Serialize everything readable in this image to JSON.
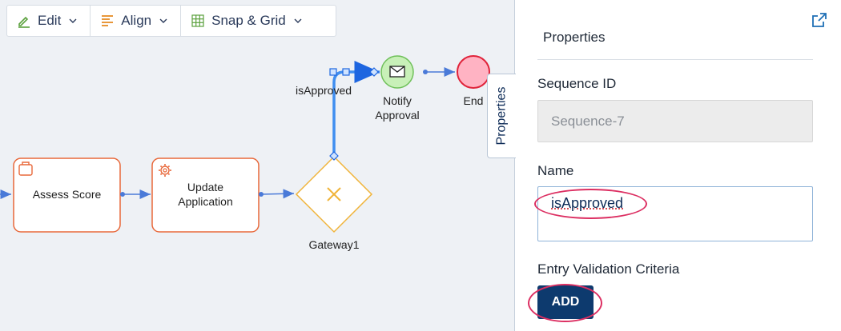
{
  "toolbar": {
    "edit": "Edit",
    "align": "Align",
    "snap_grid": "Snap & Grid"
  },
  "diagram": {
    "task_assess": "Assess Score",
    "task_update_line1": "Update",
    "task_update_line2": "Application",
    "gateway": "Gateway1",
    "flow_label": "isApproved",
    "notify_line1": "Notify",
    "notify_line2": "Approval",
    "end": "End"
  },
  "side_tab": {
    "label": "Properties"
  },
  "panel": {
    "title": "Properties",
    "sequence_id_label": "Sequence ID",
    "sequence_id_value": "Sequence-7",
    "name_label": "Name",
    "name_value": "isApproved",
    "entry_label": "Entry Validation Criteria",
    "add_button": "ADD"
  },
  "colors": {
    "accent": "#0d3a6e",
    "task_border": "#e8683a",
    "gateway": "#f0b43a",
    "flow_selected": "#3f8ef0",
    "end_fill": "#ffb3c3",
    "message_fill": "#c8f0b8",
    "highlight": "#dc2f62"
  },
  "icons": [
    "pencil-icon",
    "align-icon",
    "grid-icon",
    "chevron-down-icon",
    "briefcase-icon",
    "gear-icon",
    "x-icon",
    "envelope-icon",
    "popout-icon"
  ]
}
